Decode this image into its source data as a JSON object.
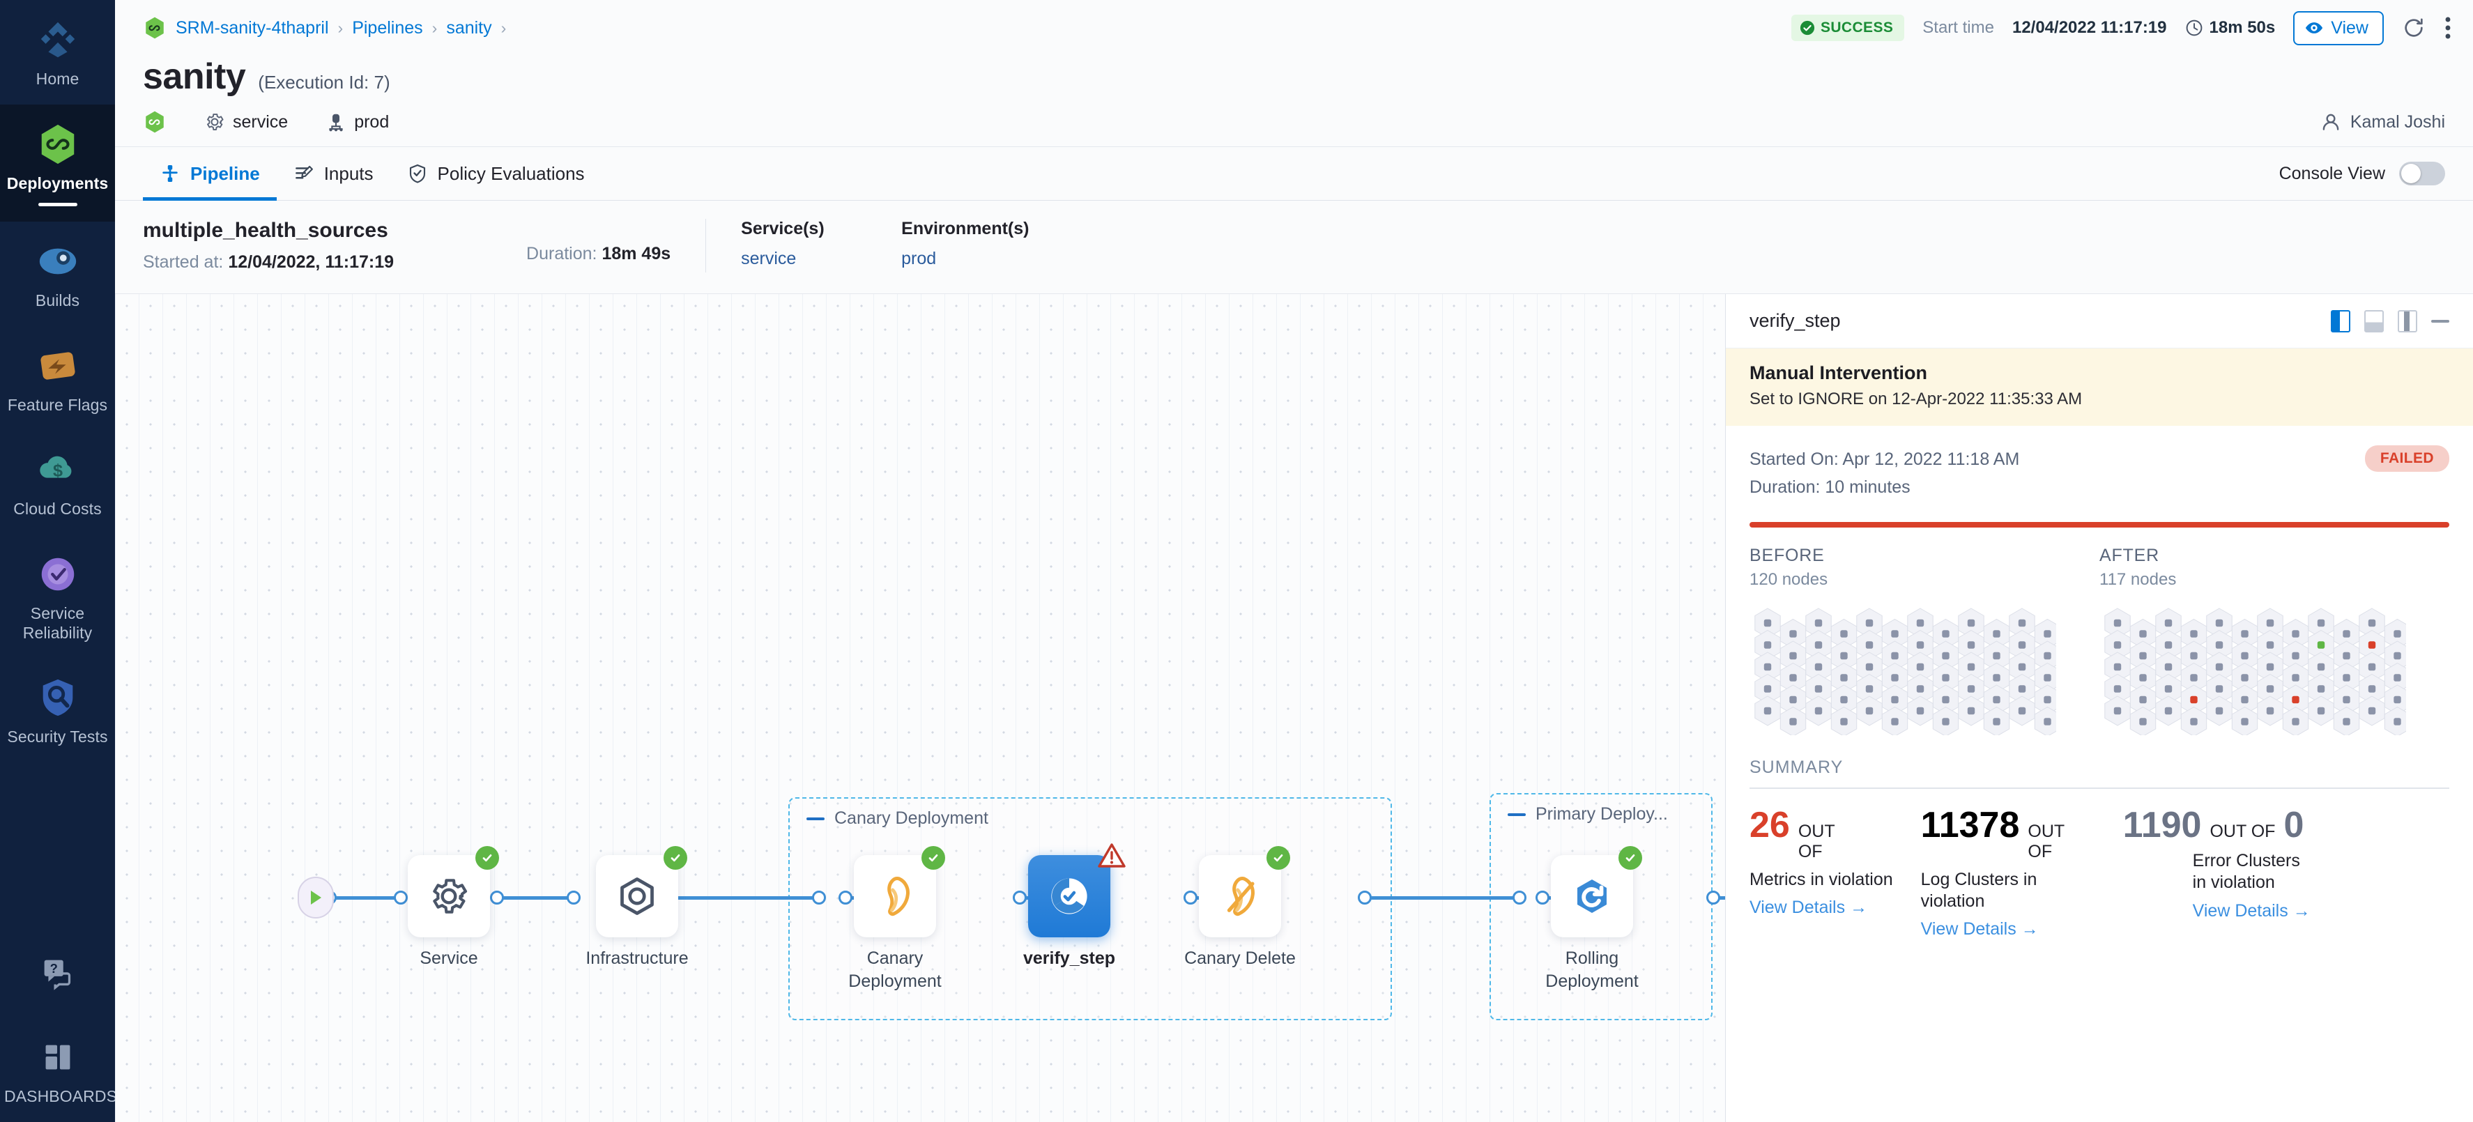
{
  "sidebar": {
    "items": [
      {
        "label": "Home",
        "icon": "home-diamond-icon",
        "active": false
      },
      {
        "label": "Deployments",
        "icon": "deployments-infinity-icon",
        "active": true
      },
      {
        "label": "Builds",
        "icon": "builds-icon",
        "active": false
      },
      {
        "label": "Feature Flags",
        "icon": "feature-flags-icon",
        "active": false
      },
      {
        "label": "Cloud Costs",
        "icon": "cloud-costs-icon",
        "active": false
      },
      {
        "label": "Service Reliability",
        "icon": "service-reliability-icon",
        "active": false
      },
      {
        "label": "Security Tests",
        "icon": "security-tests-shield-icon",
        "active": false
      }
    ],
    "help": {
      "label": "",
      "icon": "help-chat-icon"
    },
    "dashboards": {
      "label": "DASHBOARDS",
      "icon": "dashboards-grid-icon"
    }
  },
  "header": {
    "breadcrumbs": [
      {
        "label": "SRM-sanity-4thapril",
        "icon": "project-infinity-icon"
      },
      {
        "label": "Pipelines"
      },
      {
        "label": "sanity"
      }
    ],
    "separator": "›",
    "status": {
      "label": "SUCCESS",
      "icon": "check-circle-icon",
      "color": "#1b8c36"
    },
    "start_time_label": "Start time",
    "start_time_value": "12/04/2022 11:17:19",
    "duration_value": "18m 50s",
    "duration_icon": "clock-icon",
    "view_button": "View",
    "view_icon": "eye-icon",
    "refresh_icon": "refresh-icon",
    "more_icon": "more-vertical-icon"
  },
  "page": {
    "title": "sanity",
    "execution_id": "(Execution Id: 7)",
    "meta": [
      {
        "label": "service",
        "icon": "gear-icon"
      },
      {
        "label": "prod",
        "icon": "environment-icon"
      }
    ],
    "status_icon": "status-infinity-icon",
    "user": {
      "name": "Kamal Joshi",
      "icon": "user-avatar-icon"
    }
  },
  "tabs": [
    {
      "label": "Pipeline",
      "icon": "pipeline-icon",
      "active": true
    },
    {
      "label": "Inputs",
      "icon": "inputs-icon",
      "active": false
    },
    {
      "label": "Policy Evaluations",
      "icon": "policy-shield-icon",
      "active": false
    }
  ],
  "console_view": {
    "label": "Console View",
    "enabled": false
  },
  "execution": {
    "name": "multiple_health_sources",
    "started_label": "Started at:",
    "started_value": "12/04/2022, 11:17:19",
    "duration_label": "Duration:",
    "duration_value": "18m 49s",
    "services_label": "Service(s)",
    "services_value": "service",
    "environments_label": "Environment(s)",
    "environments_value": "prod"
  },
  "canvas": {
    "tools": [
      {
        "name": "fit-to-screen-icon"
      },
      {
        "name": "select-region-icon"
      }
    ],
    "zoom_in": "+",
    "zoom_out": "−",
    "groups": [
      {
        "label": "Canary Deployment"
      },
      {
        "label": "Primary Deploy..."
      }
    ],
    "nodes": [
      {
        "label": "Service",
        "status": "success",
        "icon": "gear-icon",
        "selected": false
      },
      {
        "label": "Infrastructure",
        "status": "success",
        "icon": "hexagon-icon",
        "selected": false
      },
      {
        "label": "Canary Deployment",
        "status": "success",
        "icon": "canary-bird-icon",
        "selected": false
      },
      {
        "label": "verify_step",
        "status": "warning",
        "icon": "verify-icon",
        "selected": true
      },
      {
        "label": "Canary Delete",
        "status": "success",
        "icon": "canary-delete-icon",
        "selected": false
      },
      {
        "label": "Rolling Deployment",
        "status": "success",
        "icon": "rolling-hexagon-icon",
        "selected": false
      }
    ]
  },
  "detail": {
    "title": "verify_step",
    "view_icons": [
      "split-left-icon",
      "split-bottom-icon",
      "split-center-icon",
      "minimize-icon"
    ],
    "manual_intervention": {
      "title": "Manual Intervention",
      "subtitle": "Set to IGNORE on 12-Apr-2022 11:35:33 AM"
    },
    "started_on": "Started On: Apr 12, 2022 11:18 AM",
    "duration": "Duration: 10 minutes",
    "status_badge": "FAILED",
    "before": {
      "heading": "BEFORE",
      "nodes": "120 nodes"
    },
    "after": {
      "heading": "AFTER",
      "nodes": "117 nodes"
    },
    "summary_heading": "SUMMARY",
    "summary_cards": [
      {
        "value": "26",
        "value_color": "red",
        "value_parts": [
          {
            "t": "26",
            "c": "red"
          }
        ],
        "out_of": "OUT OF",
        "total": "",
        "text": "Metrics in violation",
        "link": "View Details",
        "link_arrow": "→"
      },
      {
        "value": "11378",
        "value_color": "mixed",
        "value_parts": [
          {
            "t": "113",
            "c": "grey"
          },
          {
            "t": "78",
            "c": "red"
          }
        ],
        "out_of": "OUT OF",
        "total": "",
        "text": "Log Clusters in violation",
        "link": "View Details",
        "link_arrow": "→"
      },
      {
        "value": "1190",
        "value_color": "grey",
        "value_parts": [
          {
            "t": "1190",
            "c": "grey"
          }
        ],
        "out_of": "OUT OF",
        "total": "0",
        "text": "Error Clusters in violation",
        "link": "View Details",
        "link_arrow": "→"
      }
    ]
  },
  "colors": {
    "accent": "#0278d5",
    "success": "#5fb645",
    "failed": "#d9402a",
    "sidebar_bg": "#10213e",
    "warning_bg": "#fdf7e3"
  }
}
